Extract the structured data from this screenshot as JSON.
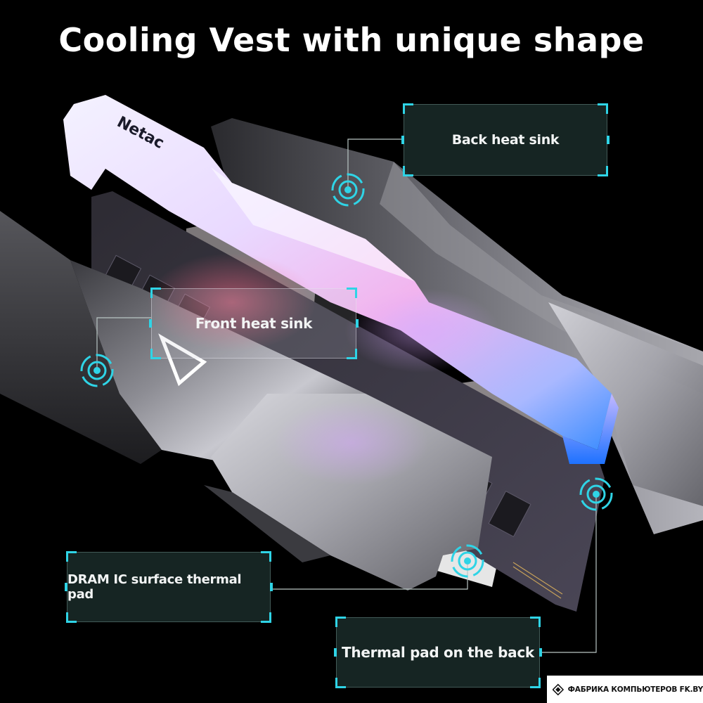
{
  "title": "Cooling Vest with unique shape",
  "brand_logo_text": "Netac",
  "callouts": {
    "back_heat_sink": "Back heat sink",
    "front_heat_sink": "Front heat sink",
    "dram_ic_thermal_pad": "DRAM IC surface thermal pad",
    "thermal_pad_back": "Thermal pad on the back"
  },
  "watermark": {
    "text": "ФАБРИКА КОМПЬЮТЕРОВ FK.BY"
  },
  "colors": {
    "background": "#000000",
    "accent_cyan": "#2fd4e6",
    "callout_bg": "#182826",
    "title_text": "#ffffff"
  },
  "icons": {
    "target": "target-ring-icon",
    "watermark_logo": "fk-diamond-logo-icon"
  }
}
